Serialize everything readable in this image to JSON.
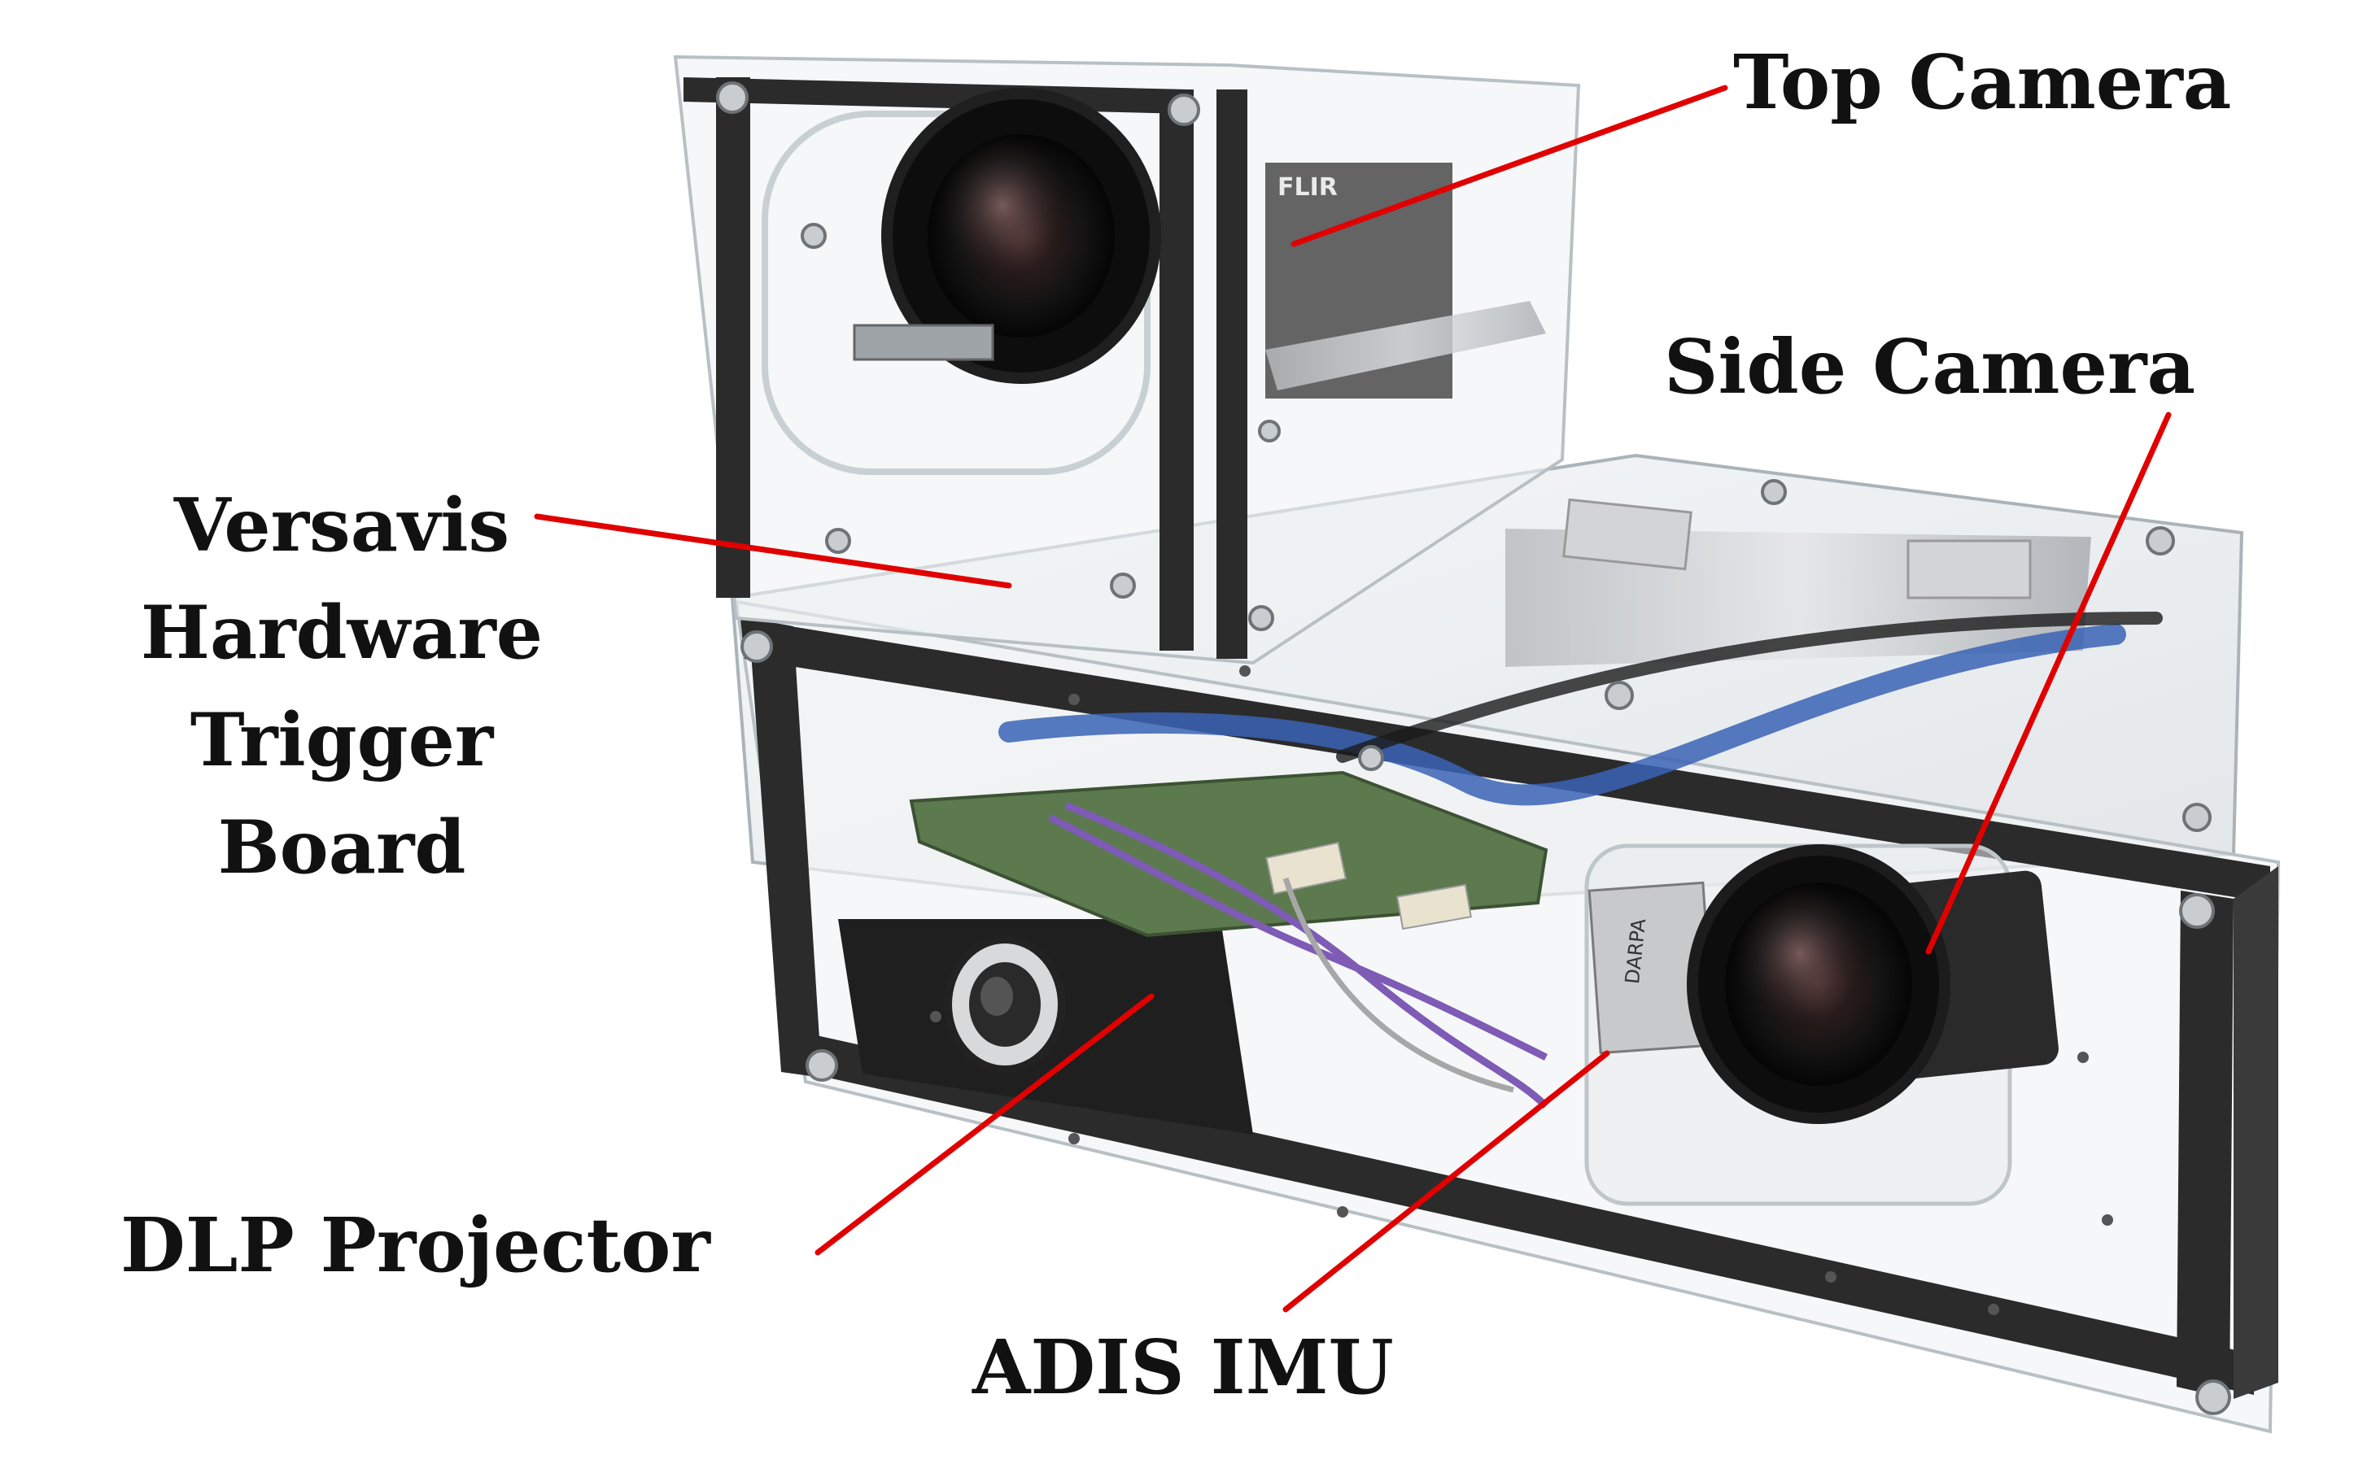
{
  "labels": {
    "top_camera": "Top Camera",
    "side_camera": "Side Camera",
    "versavis": [
      "Versavis",
      "Hardware",
      "Trigger",
      "Board"
    ],
    "dlp_projector": "DLP Projector",
    "adis_imu": "ADIS IMU"
  },
  "device_markings": {
    "camera_brand": "FLIR",
    "imu_tag": "DARPA"
  },
  "colors": {
    "leader_line": "#e00000",
    "text": "#111111",
    "background": "#ffffff",
    "frame_dark": "#2b2b2b",
    "acrylic": "#dfe6ea",
    "cable_blue": "#3a63b5",
    "cable_purple": "#7e5bb5",
    "pcb_green": "#5c7a4e"
  }
}
